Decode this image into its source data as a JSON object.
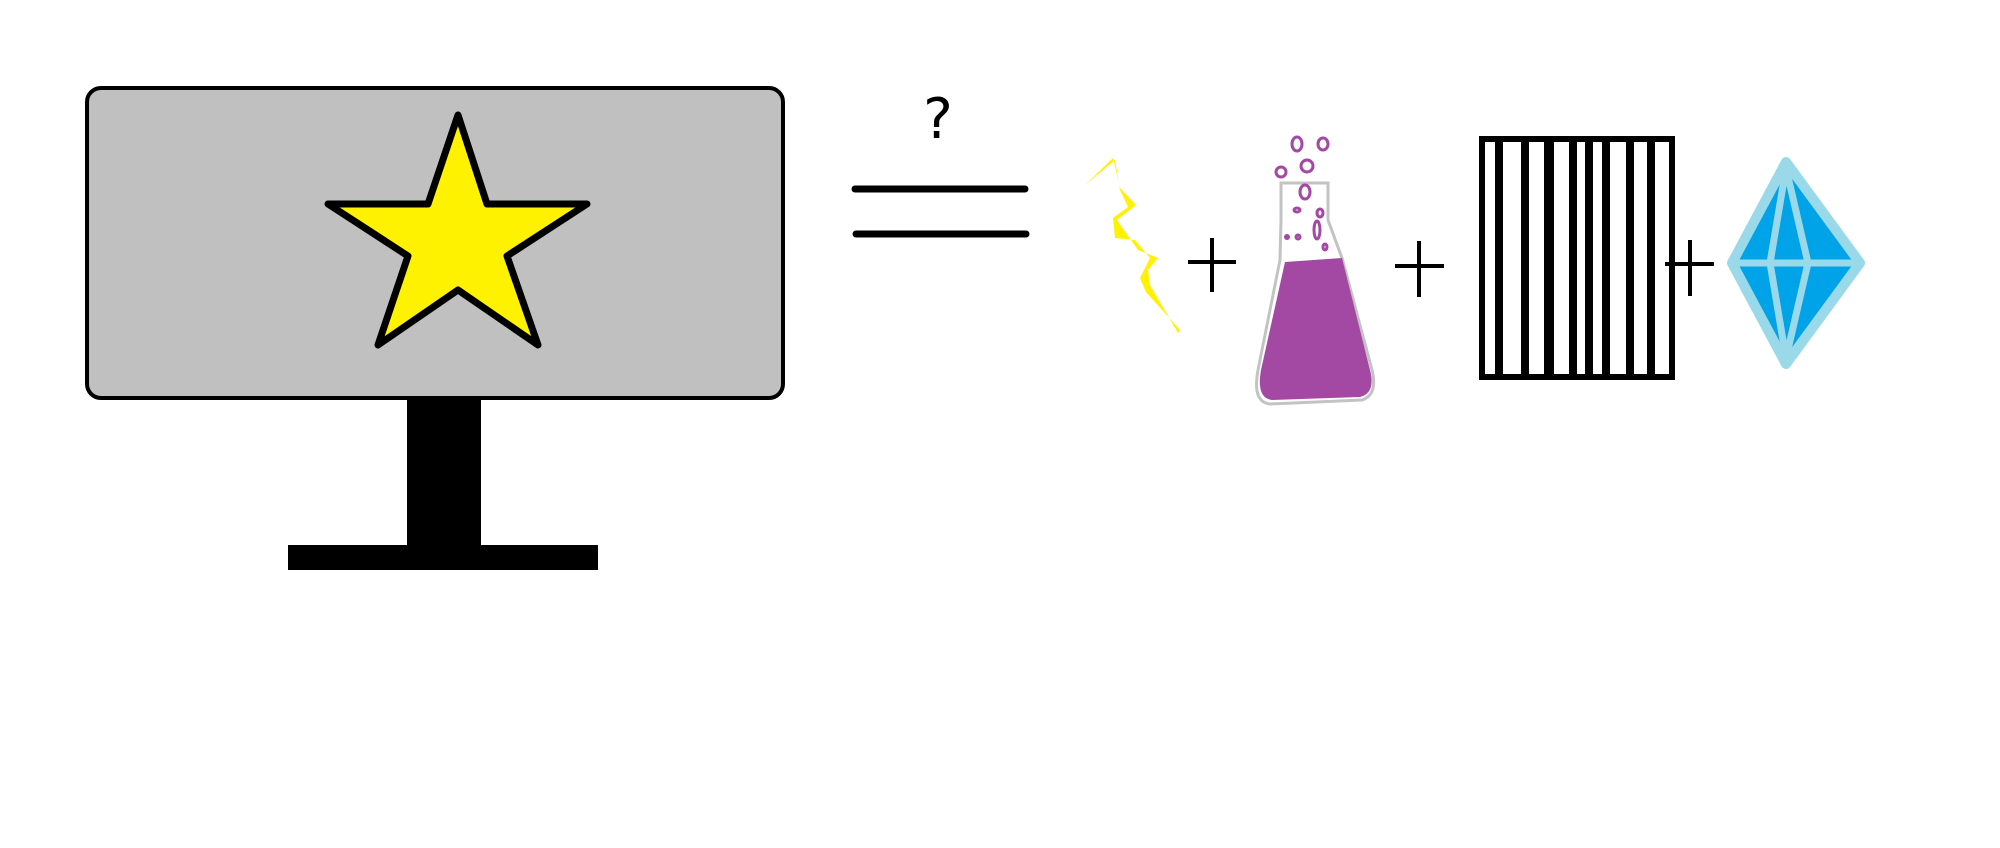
{
  "equation": {
    "question_mark": "?",
    "equals_symbol": "=",
    "plus_symbol": "+",
    "left_side": {
      "item": "monitor-with-star",
      "screen_color": "#c0c0c0",
      "star_color": "#fff200"
    },
    "right_side": [
      {
        "item": "lightning-bolt",
        "color": "#fff200"
      },
      {
        "item": "flask-with-purple-liquid",
        "color": "#a349a4"
      },
      {
        "item": "barcode-bars",
        "color": "#000000"
      },
      {
        "item": "blue-crystal",
        "color": "#00a2e8",
        "outline": "#99d9ea"
      }
    ]
  }
}
